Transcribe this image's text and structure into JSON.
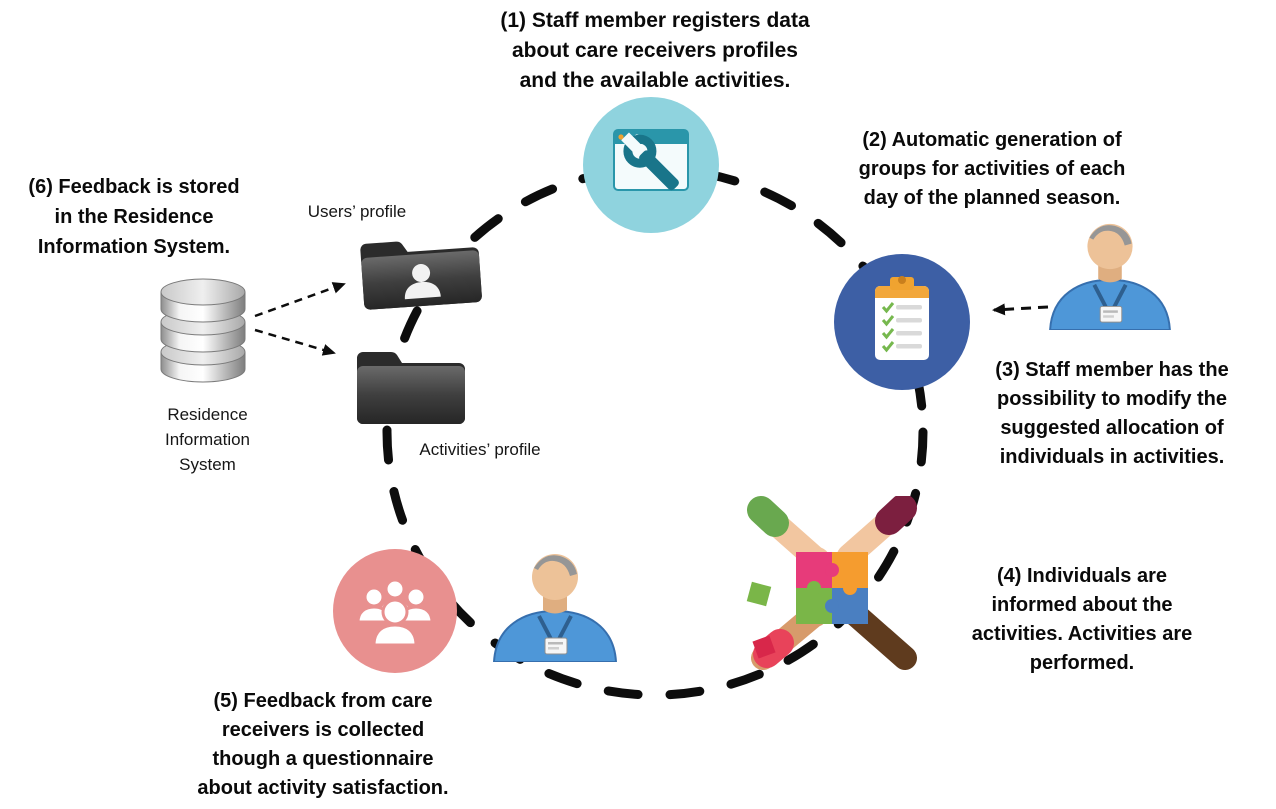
{
  "diagram": {
    "steps": [
      {
        "num": "1",
        "text": "(1) Staff member registers data\nabout care receivers profiles\nand the available activities.",
        "icon": "app-window-wrench-icon"
      },
      {
        "num": "2",
        "text": "(2) Automatic generation of\ngroups for activities of each\nday of the planned season.",
        "icon": "staff-member-icon"
      },
      {
        "num": "3",
        "text": "(3) Staff member has the\npossibility to modify the\nsuggested allocation of\nindividuals in activities.",
        "icon": "clipboard-checklist-icon"
      },
      {
        "num": "4",
        "text": "(4) Individuals are\ninformed about the\nactivities. Activities are\nperformed.",
        "icon": "teamwork-puzzle-hands-icon"
      },
      {
        "num": "5",
        "text": "(5) Feedback from care\nreceivers is collected\nthough a questionnaire\nabout activity satisfaction.",
        "icon": "people-group-icon"
      },
      {
        "num": "6",
        "text": "(6) Feedback is stored\nin the Residence\nInformation System.",
        "icon": "database-cylinder-icon"
      }
    ],
    "labels": {
      "users_profile": "Users’ profile",
      "activities_profile": "Activities’ profile",
      "ris": "Residence\nInformation\nSystem"
    },
    "icons": {
      "step1": "app-window-wrench-icon",
      "step2": "staff-member-icon",
      "step3": "clipboard-checklist-icon",
      "step4": "teamwork-puzzle-hands-icon",
      "step5": "people-group-icon",
      "step6": "database-cylinder-icon",
      "users_folder": "users-folder-icon",
      "activities_folder": "activities-folder-icon"
    },
    "colors": {
      "step1_circle": "#8fd3de",
      "step1_glyph": "#19758a",
      "step3_circle": "#3d5fa5",
      "step5_circle": "#e8908f",
      "shirt_blue": "#4e97d8",
      "dash": "#0d0d0d"
    }
  }
}
